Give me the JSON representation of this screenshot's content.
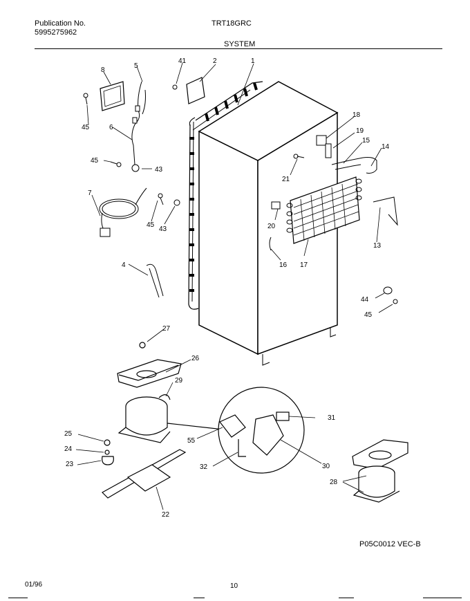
{
  "header": {
    "publication_label": "Publication No.",
    "publication_number": "5995275962",
    "model": "TRT18GRC",
    "section_title": "SYSTEM"
  },
  "callouts": [
    "1",
    "2",
    "4",
    "5",
    "6",
    "7",
    "8",
    "13",
    "14",
    "15",
    "16",
    "17",
    "18",
    "19",
    "20",
    "21",
    "22",
    "23",
    "24",
    "25",
    "26",
    "27",
    "28",
    "29",
    "30",
    "31",
    "32",
    "41",
    "43",
    "44",
    "45",
    "55"
  ],
  "figure_code": "P05C0012 VEC-B",
  "footer": {
    "date": "01/96",
    "page_number": "10"
  }
}
